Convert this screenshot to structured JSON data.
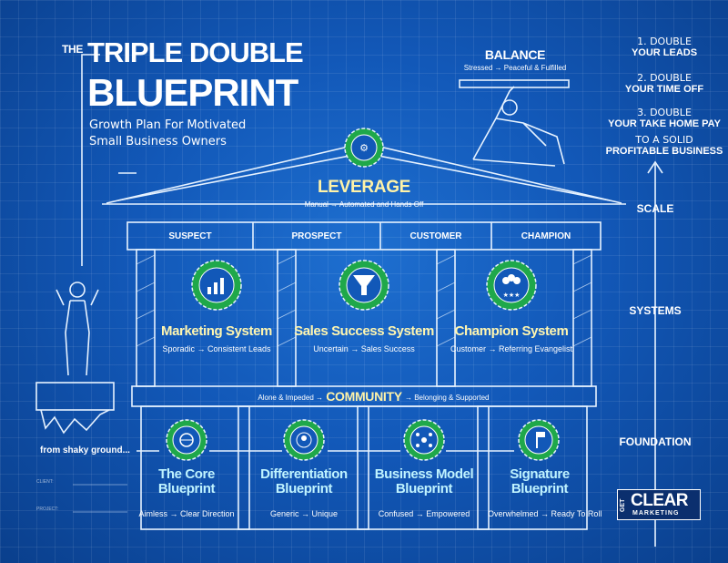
{
  "title": {
    "the": "THE",
    "line1": "TRIPLE DOUBLE",
    "line2": "BLUEPRINT",
    "tag1": "Growth Plan For Motivated",
    "tag2": "Small Business Owners"
  },
  "balance": {
    "label": "BALANCE",
    "sub": "Stressed → Peaceful & Fulfilled"
  },
  "leverage": {
    "label": "LEVERAGE",
    "sub": "Manual → Automated and Hands Off"
  },
  "goals": [
    {
      "num": "1. DOUBLE",
      "text": "YOUR LEADS"
    },
    {
      "num": "2. DOUBLE",
      "text": "YOUR TIME OFF"
    },
    {
      "num": "3. DOUBLE",
      "text": "YOUR TAKE HOME PAY"
    },
    {
      "num": "TO A SOLID",
      "text": "PROFITABLE BUSINESS"
    }
  ],
  "right_labels": {
    "scale": "SCALE",
    "systems": "SYSTEMS",
    "foundation": "FOUNDATION"
  },
  "stages": [
    "SUSPECT",
    "PROSPECT",
    "CUSTOMER",
    "CHAMPION"
  ],
  "systems": [
    {
      "name": "Marketing System",
      "sub": "Sporadic → Consistent Leads",
      "icon": "growth-chart-icon"
    },
    {
      "name": "Sales Success System",
      "sub": "Uncertain → Sales Success",
      "icon": "sales-funnel-icon"
    },
    {
      "name": "Champion System",
      "sub": "Customer → Referring Evangelist",
      "icon": "group-stars-icon"
    }
  ],
  "community": {
    "label": "COMMUNITY",
    "left": "Alone & Impeded →",
    "right": "→ Belonging & Supported"
  },
  "shaky": "from shaky ground...",
  "form": {
    "client": "CLIENT:",
    "project": "PROJECT:"
  },
  "blueprints": [
    {
      "name": "The Core Blueprint",
      "sub": "Aimless → Clear Direction",
      "icon": "target-globe-icon"
    },
    {
      "name": "Differentiation Blueprint",
      "sub": "Generic → Unique",
      "icon": "people-circle-icon"
    },
    {
      "name": "Business Model Blueprint",
      "sub": "Confused → Empowered",
      "icon": "network-icon"
    },
    {
      "name": "Signature Blueprint",
      "sub": "Overwhelmed → Ready To Roll",
      "icon": "signpost-icon"
    }
  ],
  "logo": {
    "get": "GET",
    "clear": "CLEAR",
    "marketing": "MARKETING"
  },
  "colors": {
    "background": "#1258b8",
    "accent_yellow": "#fff3a8",
    "accent_cyan": "#bff3ff",
    "badge_green": "#1fa84a"
  }
}
